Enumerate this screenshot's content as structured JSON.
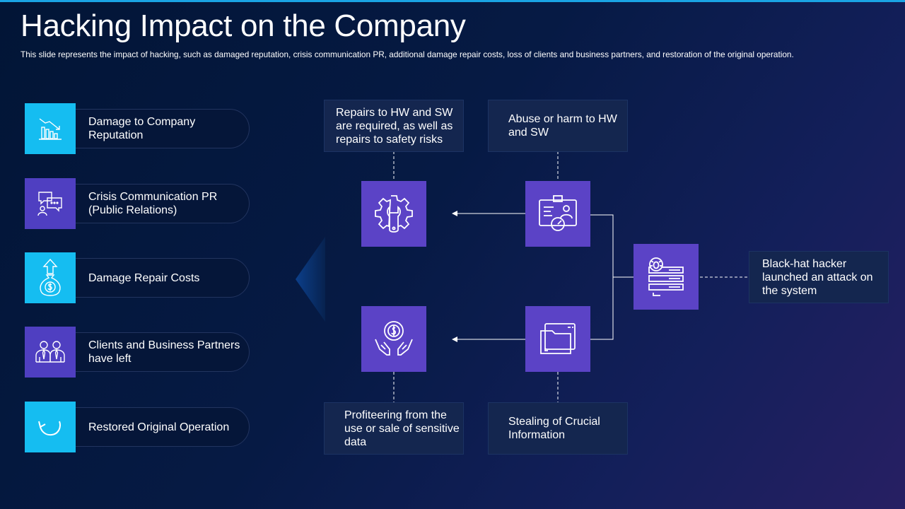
{
  "title": "Hacking Impact on the Company",
  "subtitle": "This slide represents the impact of hacking, such as damaged reputation, crisis communication PR, additional damage repair costs, loss of clients and business partners, and restoration of the original operation.",
  "left_items": [
    {
      "label": "Damage to Company Reputation",
      "icon": "declining-chart-icon",
      "color": "#15bdf1"
    },
    {
      "label": "Crisis Communication PR (Public Relations)",
      "icon": "chat-person-icon",
      "color": "#4f3fc1"
    },
    {
      "label": "Damage Repair Costs",
      "icon": "money-bag-arrow-icon",
      "color": "#15bdf1"
    },
    {
      "label": "Clients and Business Partners have left",
      "icon": "business-people-icon",
      "color": "#4f3fc1"
    },
    {
      "label": "Restored Original Operation",
      "icon": "restore-arrow-icon",
      "color": "#15bdf1"
    }
  ],
  "diagram": {
    "repairs": "Repairs to HW and SW are required, as well as repairs to safety risks",
    "abuse": "Abuse or harm to HW and SW",
    "profiteering": "Profiteering from the use or sale of sensitive data",
    "stealing": "Stealing of Crucial Information",
    "hacker": "Black-hat hacker launched an attack on the system"
  },
  "colors": {
    "accent": "#15bdf1",
    "purple": "#4f3fc1",
    "node": "#5b43c6",
    "textbox": "#14264f"
  }
}
